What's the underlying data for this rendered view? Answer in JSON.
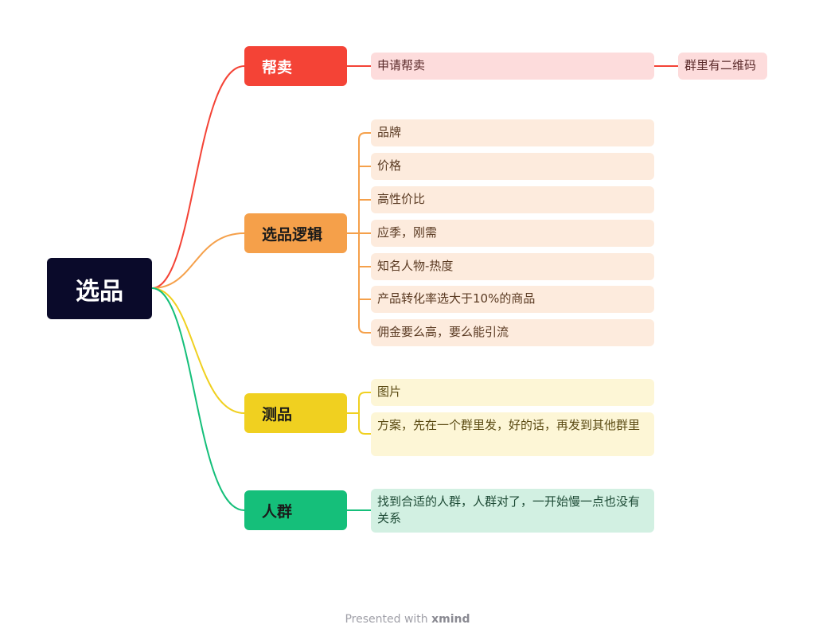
{
  "root": {
    "label": "选品"
  },
  "branches": [
    {
      "label": "帮卖",
      "color": "#f44336",
      "leaves": [
        "申请帮卖"
      ],
      "sub": "群里有二维码"
    },
    {
      "label": "选品逻辑",
      "color": "#f5a04a",
      "leaves": [
        "品牌",
        "价格",
        "高性价比",
        "应季，刚需",
        "知名人物-热度",
        "产品转化率选大于10%的商品",
        "佣金要么高，要么能引流"
      ]
    },
    {
      "label": "测品",
      "color": "#f0d020",
      "leaves": [
        "图片",
        "方案，先在一个群里发，好的话，再发到其他群里"
      ]
    },
    {
      "label": "人群",
      "color": "#15bf7a",
      "leaves": [
        "找到合适的人群，人群对了，一开始慢一点也没有关系"
      ]
    }
  ],
  "footer": {
    "prefix": "Presented with",
    "brand": "xmind"
  }
}
